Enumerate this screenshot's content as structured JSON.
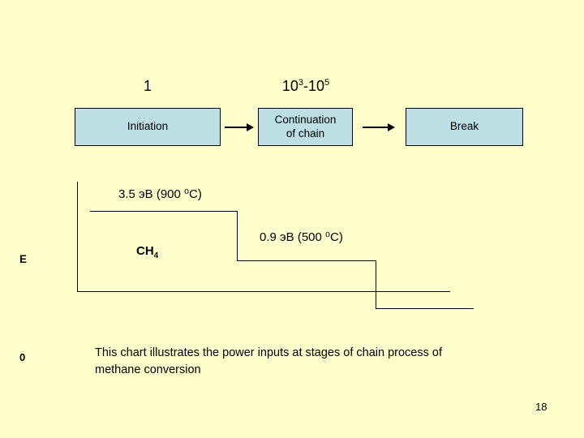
{
  "slide": {
    "background_color": "#ffffcc",
    "box_fill_color": "#bcdfe6",
    "line_color": "#000000",
    "page_number": "18"
  },
  "flow": {
    "counts": [
      {
        "text": "1"
      },
      {
        "base": "10",
        "exp1": "3",
        "sep": "-",
        "base2": "10",
        "exp2": "5"
      }
    ],
    "stages": [
      {
        "label": "Initiation"
      },
      {
        "label_line1": "Continuation",
        "label_line2": "of chain"
      },
      {
        "label": "Break"
      }
    ]
  },
  "energy_chart": {
    "axis_label": "E",
    "origin_label": "0",
    "species": {
      "symbol": "CH",
      "subscript": "4"
    },
    "steps": [
      {
        "value": "3.5",
        "unit": "эB",
        "temperature": "900",
        "degree": "0",
        "temp_unit": "C",
        "full_text": "3.5 эB (900 ⁰C)"
      },
      {
        "value": "0.9",
        "unit": "эB",
        "temperature": "500",
        "degree": "0",
        "temp_unit": "C",
        "full_text": "0.9 эB (500 ⁰C)"
      }
    ]
  },
  "caption": {
    "line1": "This chart illustrates the power inputs at stages of chain",
    "line2": "process of methane conversion"
  },
  "chart_data": {
    "type": "bar",
    "title": "Power inputs at stages of chain process of methane conversion",
    "xlabel": "",
    "ylabel": "E",
    "categories": [
      "Initiation",
      "Continuation of chain",
      "Break"
    ],
    "values": [
      3.5,
      0.9,
      -0.6
    ],
    "value_labels": [
      "3.5 эB (900 ⁰C)",
      "0.9 эB (500 ⁰C)",
      ""
    ],
    "unit": "эB",
    "temperatures": [
      "900 ⁰C",
      "500 ⁰C",
      ""
    ],
    "multiplicities": [
      "1",
      "10³-10⁵",
      ""
    ],
    "baseline": 0,
    "grid": false,
    "legend": "none",
    "annotations": [
      "CH4"
    ]
  }
}
